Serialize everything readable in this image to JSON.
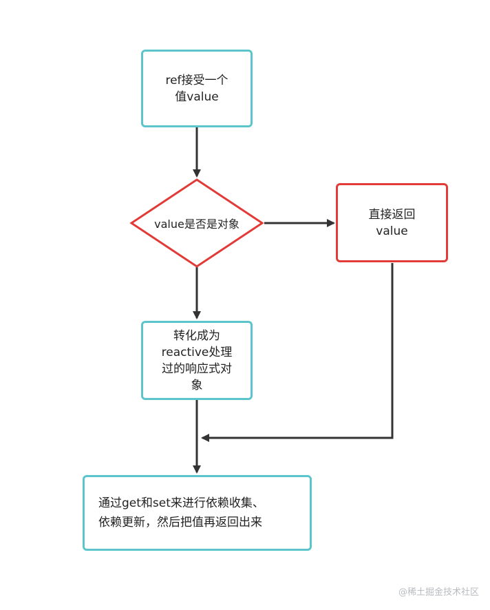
{
  "flowchart": {
    "start": {
      "line1": "ref接受一个",
      "line2": "值value"
    },
    "decision": {
      "label": "value是否是对象"
    },
    "direct_return": {
      "line1": "直接返回",
      "line2": "value"
    },
    "reactive": {
      "line1": "转化成为",
      "line2": "reactive处理",
      "line3": "过的响应式对",
      "line4": "象"
    },
    "final": {
      "line1": "通过get和set来进行依赖收集、",
      "line2": "依赖更新，然后把值再返回出来"
    }
  },
  "watermark": "@稀土掘金技术社区",
  "colors": {
    "teal_border": "#5cc5cc",
    "red_border": "#e23a36",
    "arrow": "#333333"
  }
}
